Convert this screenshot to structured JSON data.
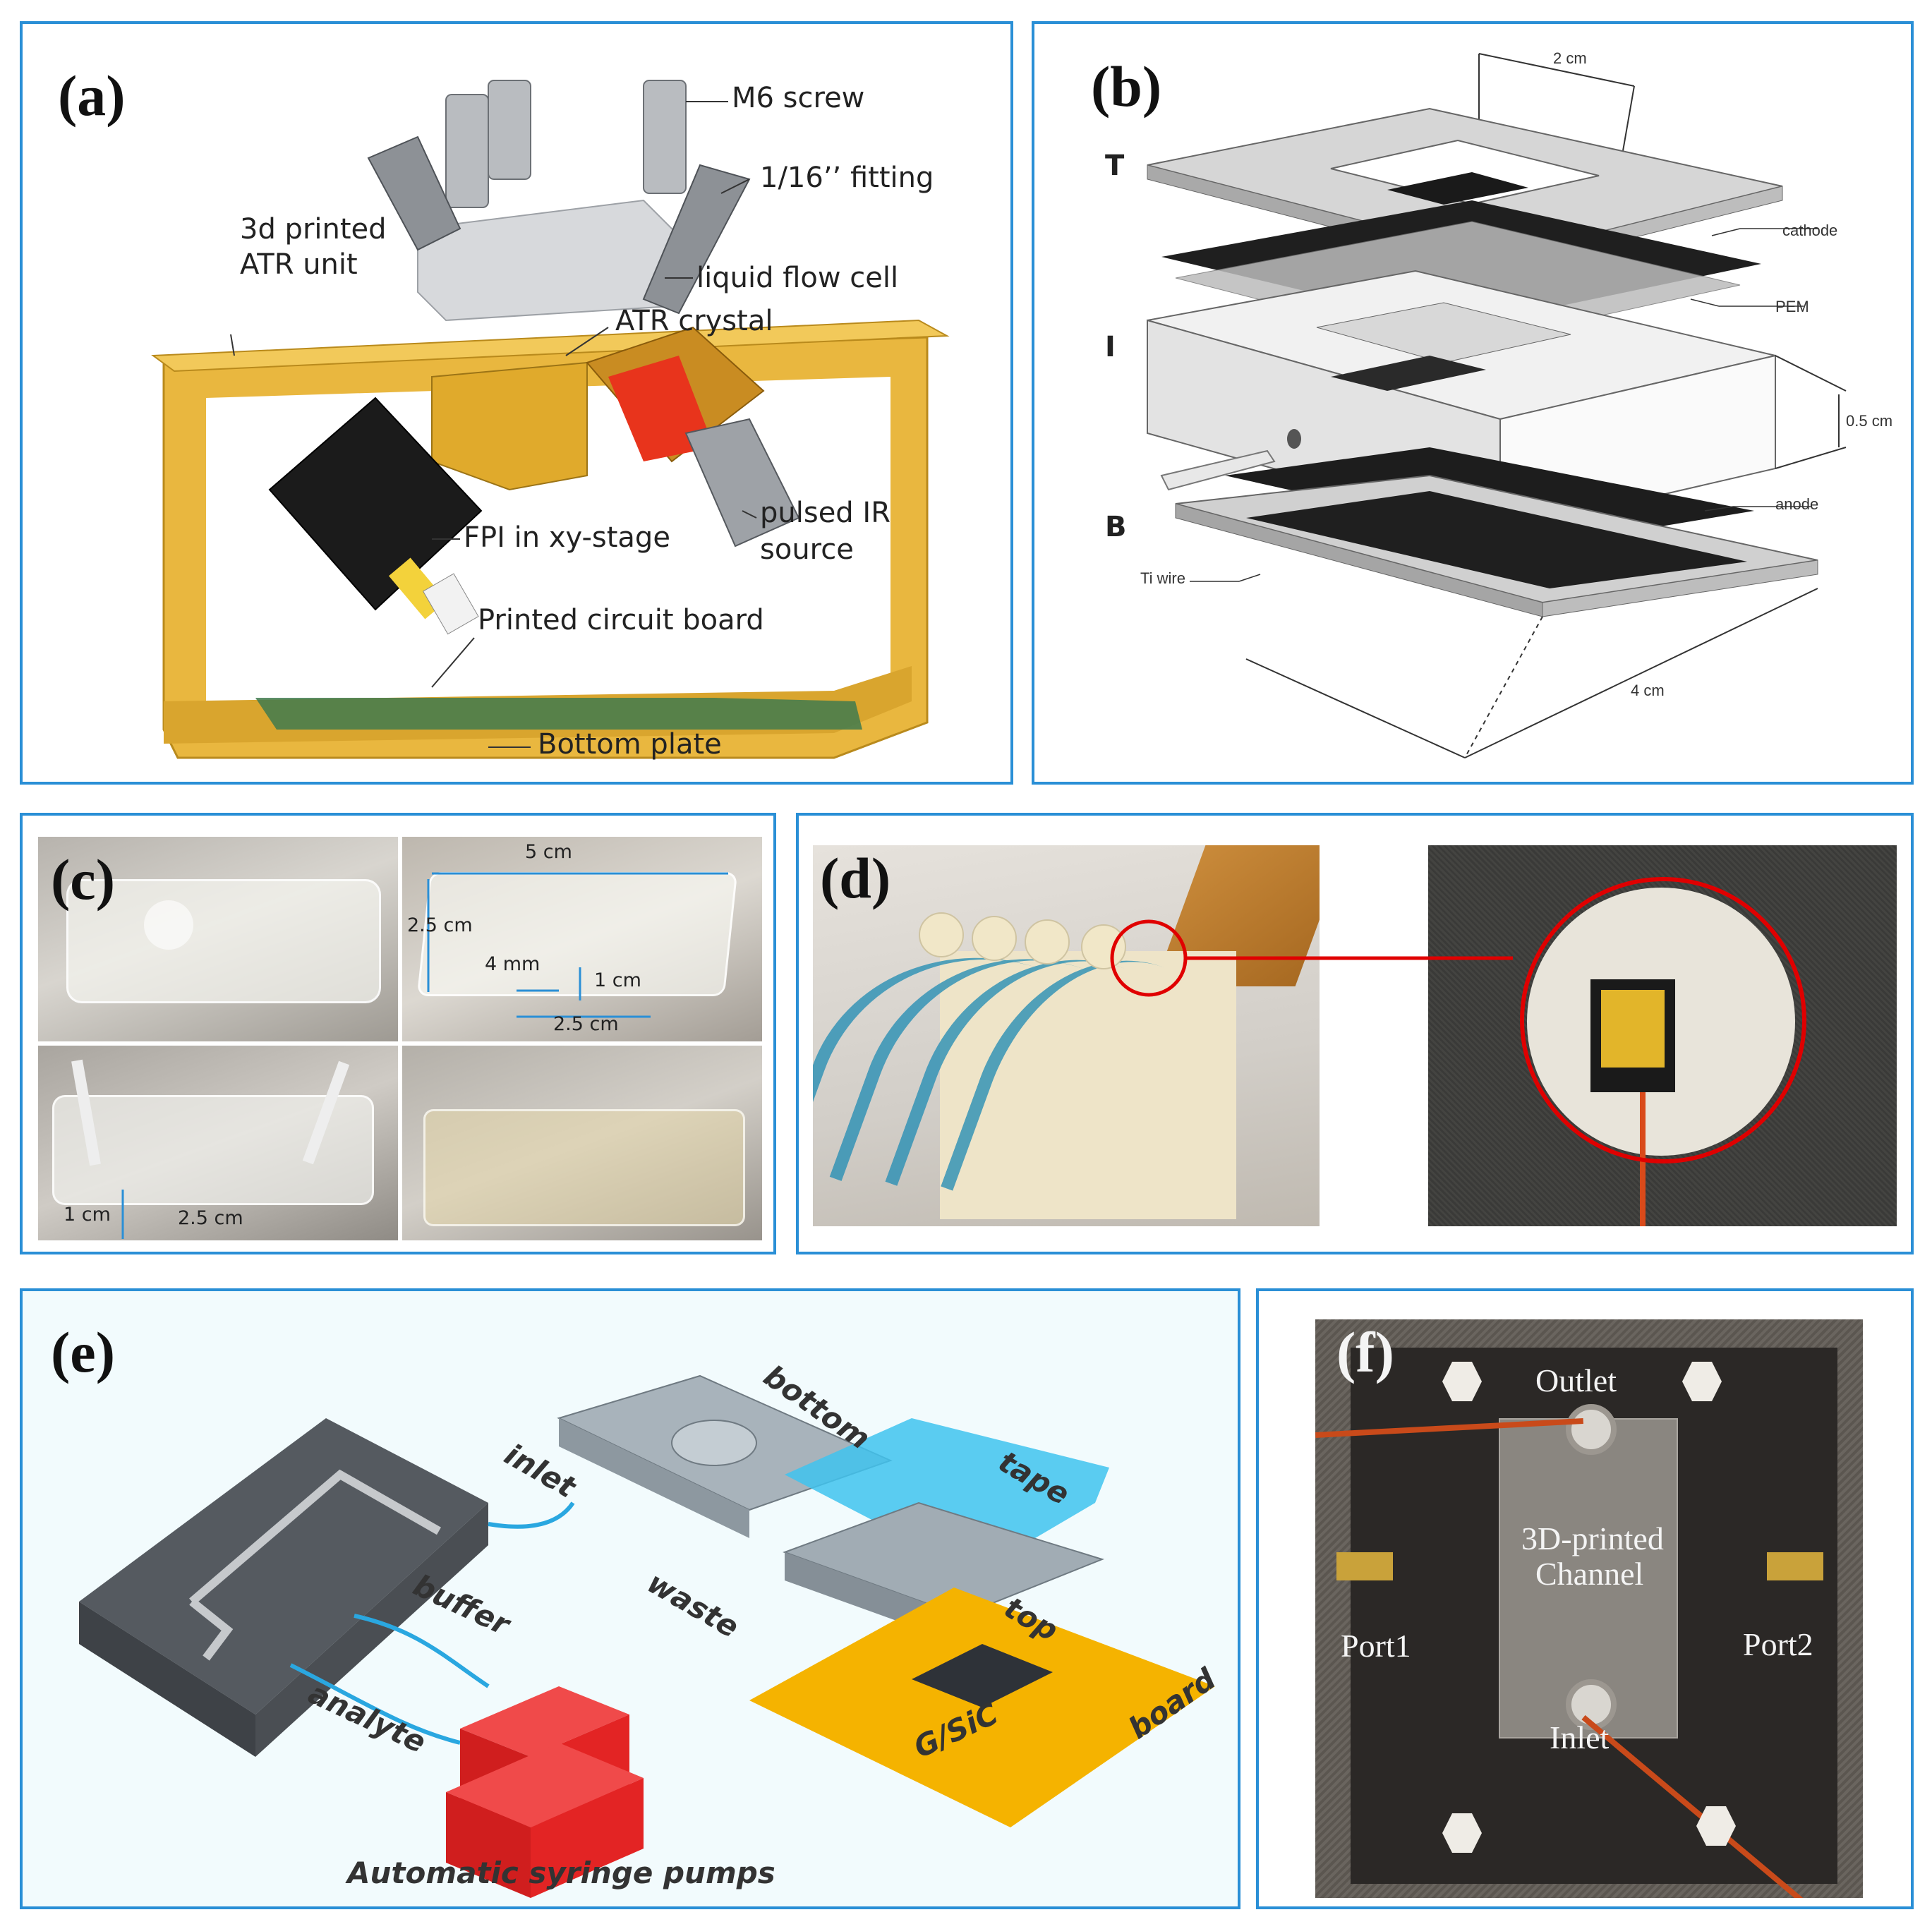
{
  "panels": {
    "a": {
      "letter": "(a)",
      "labels": {
        "m6_screw": "M6 screw",
        "fitting": "1/16’’ fitting",
        "atr_unit_line1": "3d printed",
        "atr_unit_line2": "ATR unit",
        "liquid_flow_cell": "liquid flow cell",
        "atr_crystal": "ATR crystal",
        "fpi": "FPI in xy-stage",
        "ir_source_line1": "pulsed IR",
        "ir_source_line2": "source",
        "pcb": "Printed circuit board",
        "bottom_plate": "Bottom plate"
      }
    },
    "b": {
      "letter": "(b)",
      "labels": {
        "dim_top": "2 cm",
        "layer_t": "T",
        "layer_i": "I",
        "layer_b": "B",
        "cathode": "cathode",
        "pem": "PEM",
        "dim_thickness": "0.5 cm",
        "anode": "anode",
        "ti_wire": "Ti wire",
        "dim_width": "4 cm"
      }
    },
    "c": {
      "letter": "(c)",
      "labels": {
        "dim_5cm": "5 cm",
        "dim_25cm_side": "2.5 cm",
        "dim_4mm": "4 mm",
        "dim_1cm": "1 cm",
        "dim_25cm_bottom": "2.5 cm",
        "dim_1cm_lower": "1 cm",
        "dim_25cm_lower": "2.5 cm"
      }
    },
    "d": {
      "letter": "(d)"
    },
    "e": {
      "letter": "(e)",
      "labels": {
        "bottom": "bottom",
        "inlet": "inlet",
        "tape": "tape",
        "waste": "waste",
        "buffer": "buffer",
        "top": "top",
        "analyte": "analyte",
        "gsic": "G/SiC",
        "board": "board",
        "pumps": "Automatic syringe pumps"
      }
    },
    "f": {
      "letter": "(f)",
      "labels": {
        "outlet": "Outlet",
        "channel_line1": "3D-printed",
        "channel_line2": "Channel",
        "port1": "Port1",
        "port2": "Port2",
        "inlet": "Inlet"
      }
    }
  },
  "colors": {
    "frame": "#2a8fd6",
    "gold": "#e6b53c",
    "pump_red": "#e32424",
    "tape_blue": "#3fc3ef",
    "board_orange": "#f5b300"
  }
}
